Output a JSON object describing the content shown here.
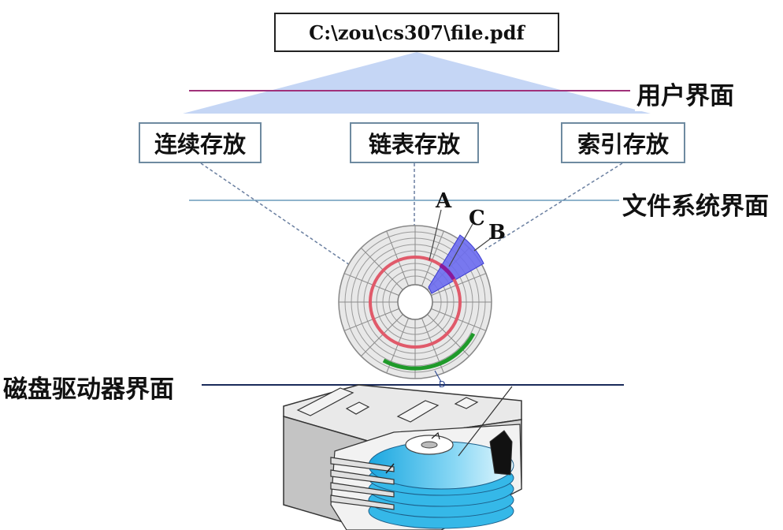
{
  "file_path": "C:\\zou\\cs307\\file.pdf",
  "layers": {
    "user": "用户界面",
    "filesystem": "文件系统界面",
    "disk_driver": "磁盘驱动器界面"
  },
  "storage_methods": [
    "连续存放",
    "链表存放",
    "索引存放"
  ],
  "disk_labels": {
    "a": "A",
    "b": "B",
    "c": "C",
    "d": "D"
  },
  "colors": {
    "user_line": "#a0327a",
    "fs_line": "#8fb4cc",
    "disk_line": "#1a2a5a",
    "triangle": "#c5d6f5",
    "track_red": "#e05a6a",
    "track_green": "#1f9a2a",
    "sector_blue": "#6b6bf0",
    "platter": "#35b8e8"
  }
}
